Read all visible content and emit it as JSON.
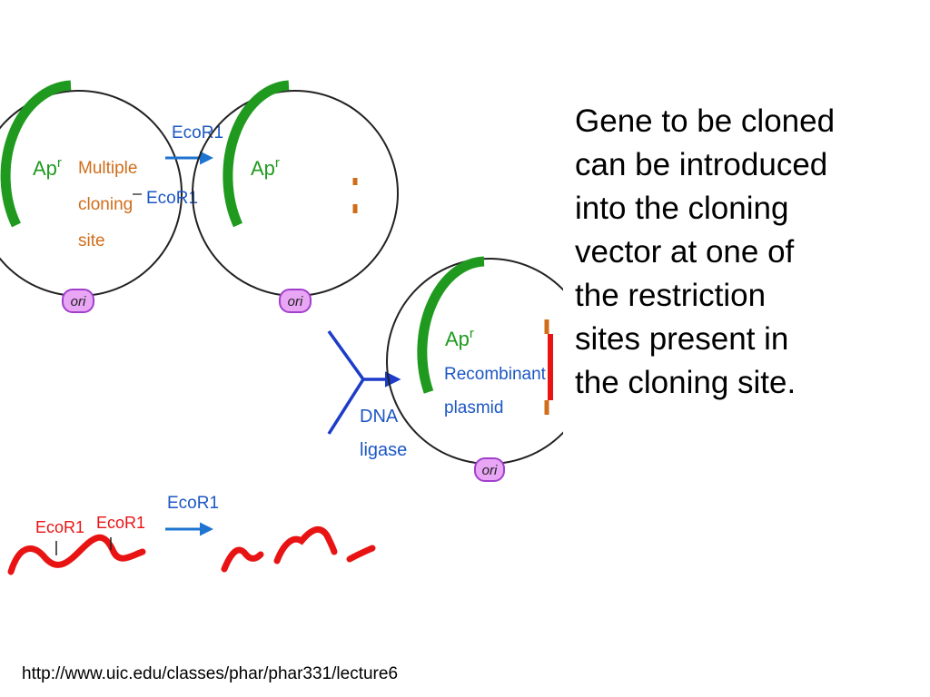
{
  "diagram": {
    "plasmid_1": {
      "resistance_label": "Ap",
      "resistance_sup": "r",
      "site_lines": [
        "Multiple",
        "cloning",
        "site"
      ],
      "site_enzyme_label": "EcoR1",
      "ori_label": "ori"
    },
    "step_1_arrow_label": "EcoR1",
    "plasmid_2": {
      "resistance_label": "Ap",
      "resistance_sup": "r",
      "ori_label": "ori"
    },
    "ligase_label_lines": [
      "DNA",
      "ligase"
    ],
    "recombinant_plasmid": {
      "resistance_label": "Ap",
      "resistance_sup": "r",
      "name_lines": [
        "Recombinant",
        "plasmid"
      ],
      "ori_label": "ori"
    },
    "foreign_dna": {
      "site_labels": [
        "EcoR1",
        "EcoR1"
      ]
    },
    "step_2_arrow_label": "EcoR1",
    "colors": {
      "resistance_gene": "#1f9a1f",
      "cloning_site": "#d06d1a",
      "enzyme_text": "#1c57c4",
      "arrow": "#1e74d0",
      "ligase_arrow": "#1c3cc9",
      "ori_fill": "#e9a6f5",
      "ori_stroke": "#a13fcc",
      "insert_dna": "#e81414"
    }
  },
  "caption_lines": [
    "Gene to be cloned",
    "can be introduced",
    "into the cloning",
    "vector at one of",
    "the restriction",
    "sites present in",
    "the cloning site."
  ],
  "source_url": "http://www.uic.edu/classes/phar/phar331/lecture6"
}
